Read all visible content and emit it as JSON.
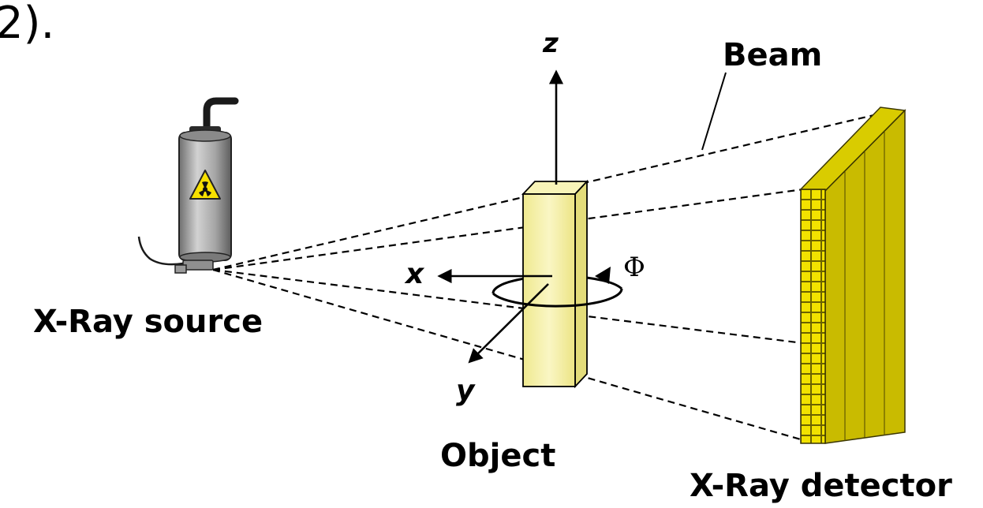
{
  "diagram": {
    "corner_fragment": "2).",
    "labels": {
      "axis_z": "z",
      "axis_x": "x",
      "axis_y": "y",
      "rotation": "Φ",
      "beam": "Beam",
      "source": "X-Ray source",
      "object": "Object",
      "detector": "X-Ray detector"
    },
    "colors": {
      "object_front": "#f5f0a0",
      "object_side": "#e3dc7a",
      "object_top": "#f8f4b8",
      "detector_cell": "#f2e200",
      "source_body": "#a8a8a8",
      "warning_sign": "#f7e000",
      "lines": "#000000"
    },
    "icons": [
      "radiation-warning-icon"
    ]
  }
}
